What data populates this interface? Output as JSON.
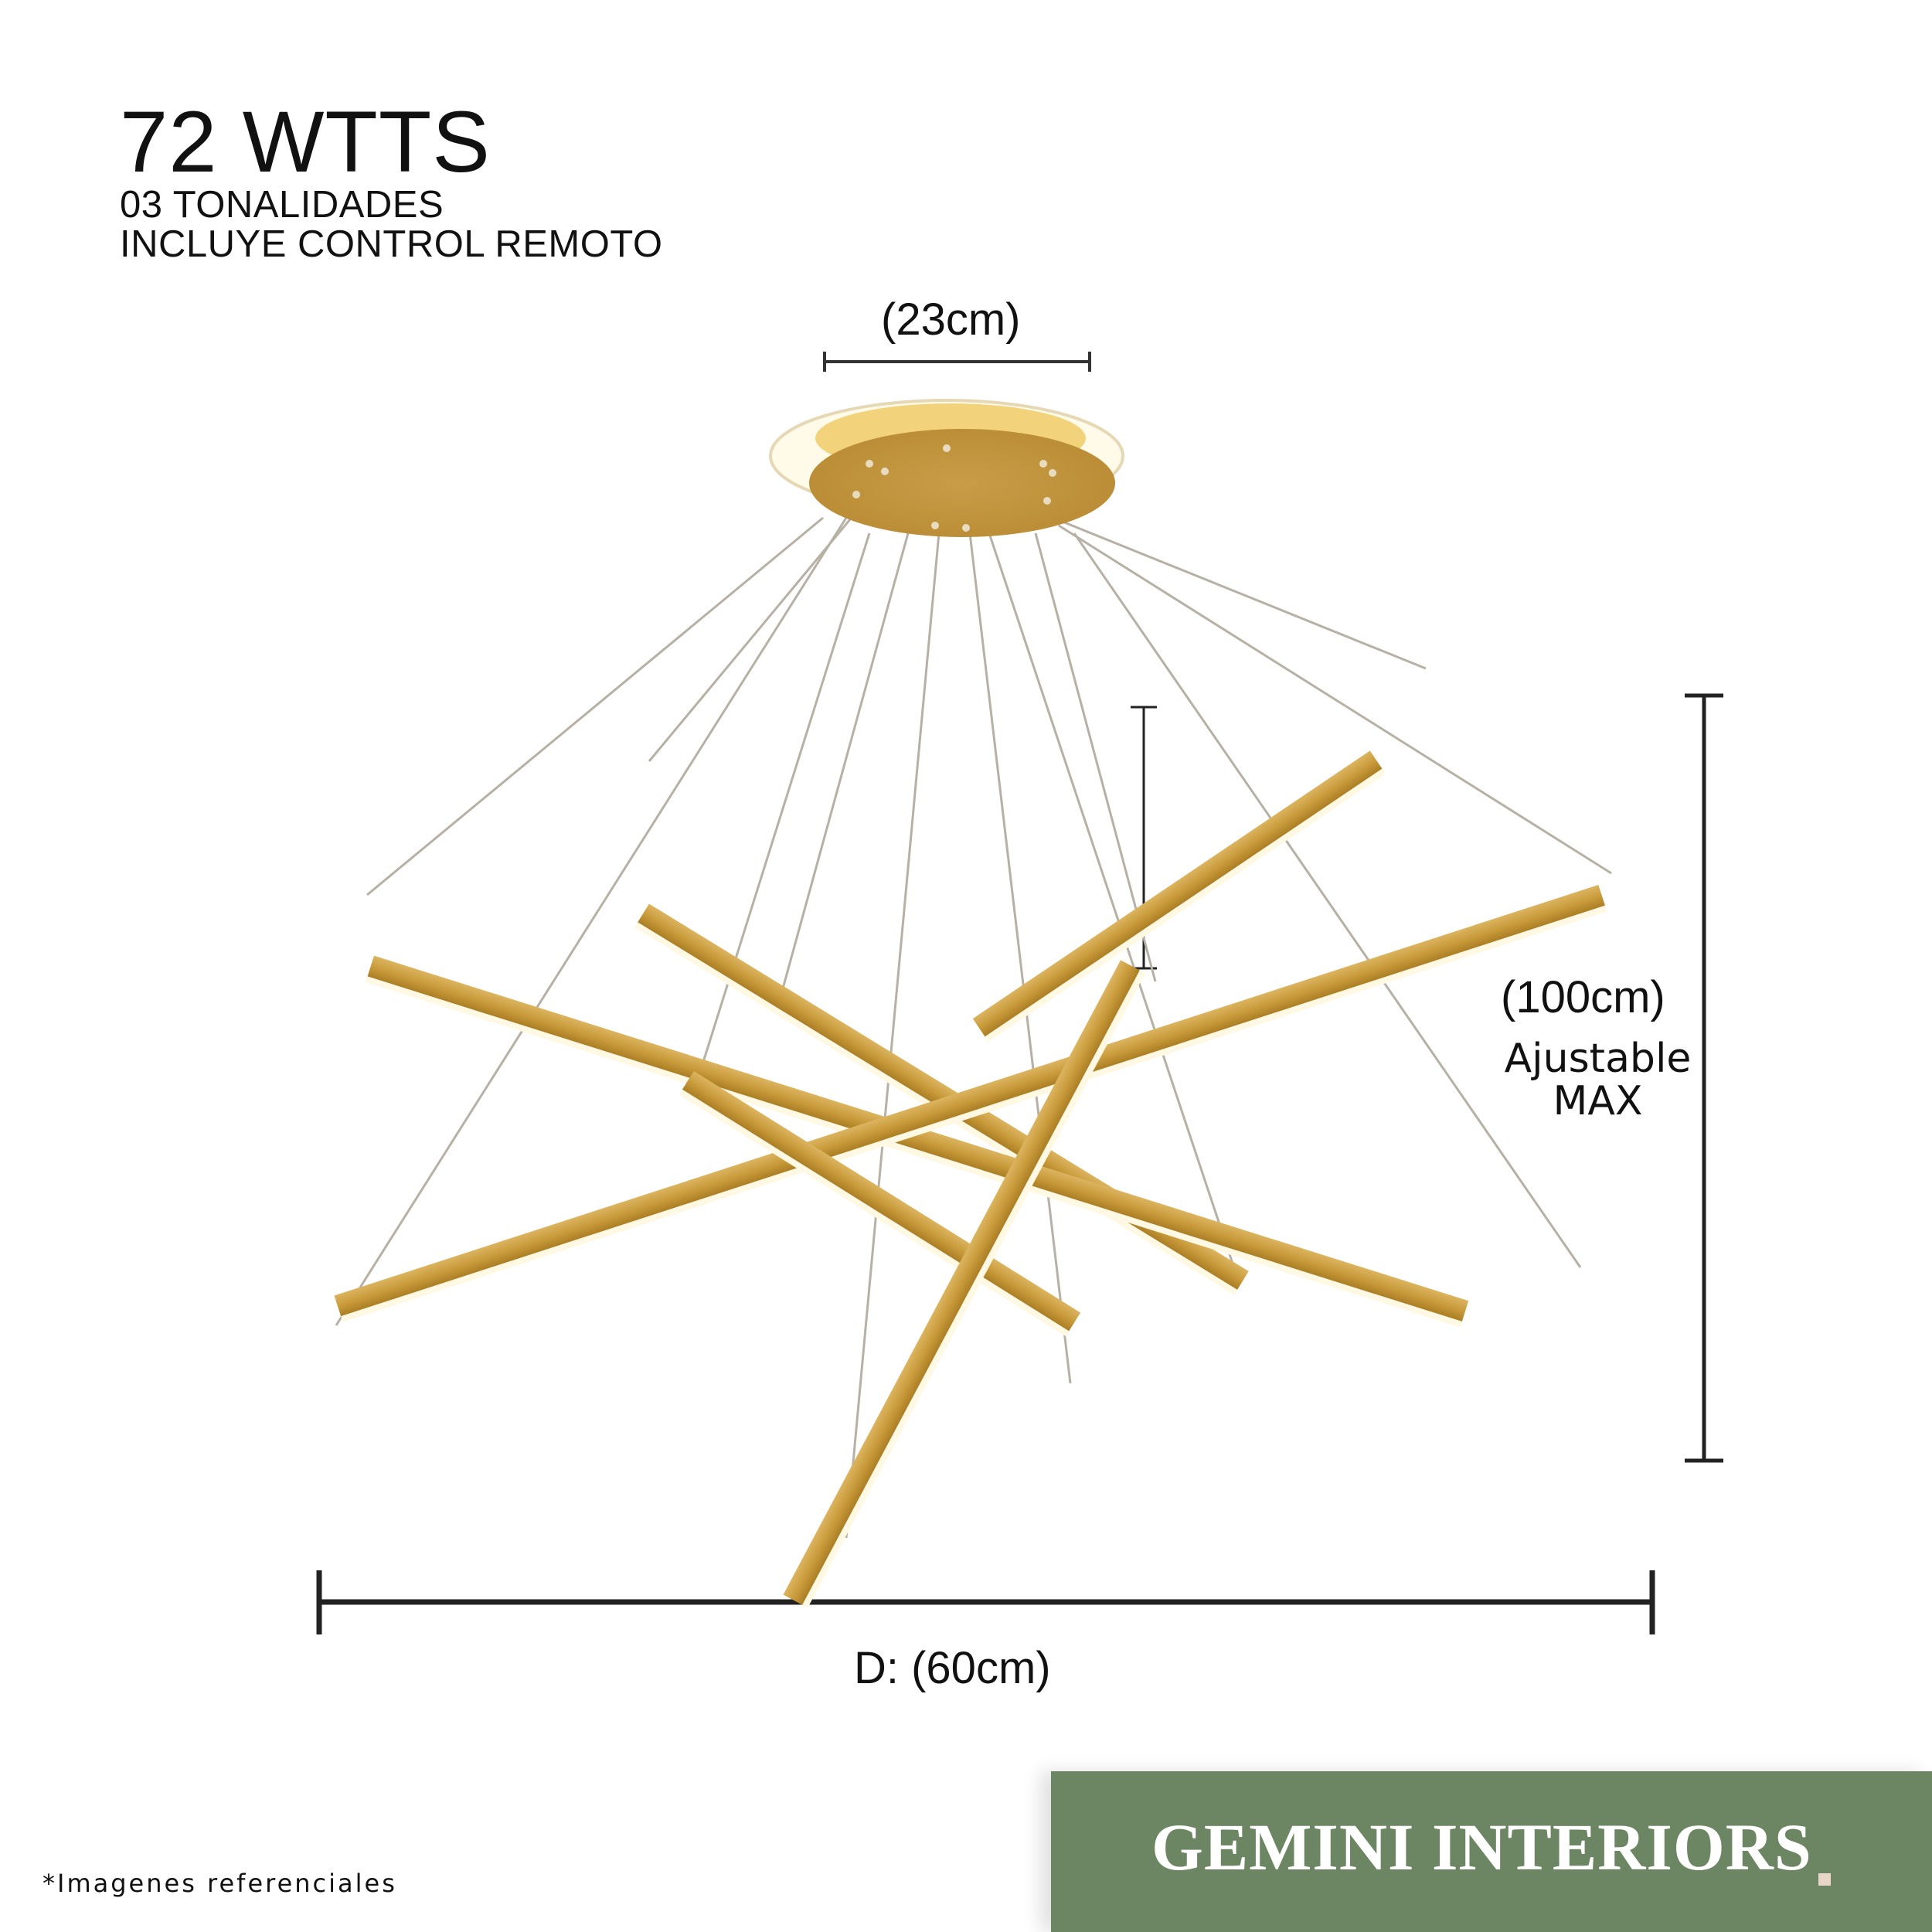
{
  "specs": {
    "power": "72 WTTS",
    "tones": "03 TONALIDADES",
    "remote": "INCLUYE CONTROL REMOTO"
  },
  "dimensions": {
    "canopy_width": "(23cm)",
    "height": "(100cm)",
    "height_note_line1": "Ajustable",
    "height_note_line2": "MAX",
    "diameter": "D: (60cm)"
  },
  "footnote": "*Imagenes referenciales",
  "brand": {
    "name": "GEMINI INTERIORS",
    "dot": "."
  },
  "colors": {
    "gold": "#c89a3a",
    "band": "#6c8663"
  }
}
